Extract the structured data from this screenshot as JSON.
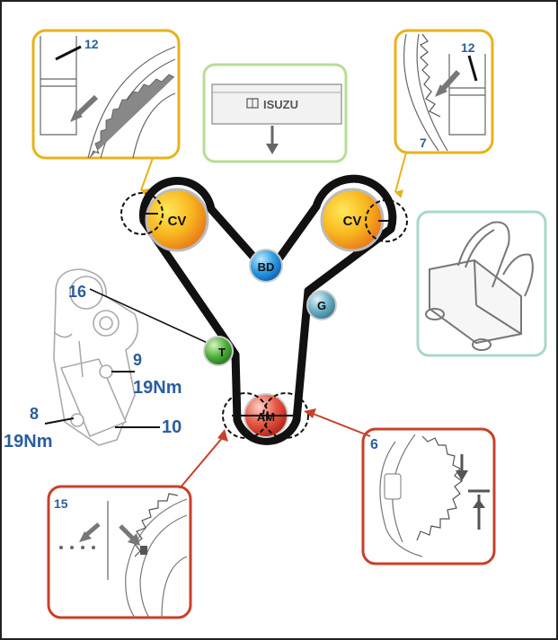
{
  "pulleys": {
    "cv_left": "CV",
    "cv_right": "CV",
    "bd": "BD",
    "g": "G",
    "t": "T",
    "am": "AM"
  },
  "callouts": {
    "top_left": "12",
    "top_right_a": "12",
    "top_right_b": "7",
    "bottom_left": "15",
    "bottom_right": "6"
  },
  "tensioner": {
    "n16": "16",
    "n9": "9",
    "torque9": "19Nm",
    "n8": "8",
    "torque8": "19Nm",
    "n10": "10"
  },
  "belt_label": "ISUZU",
  "colors": {
    "yellow_frame": "#e8b21a",
    "red_frame": "#c8402a",
    "green_frame": "#b8dc98",
    "teal_frame": "#a8d8c8",
    "label_blue": "#2a5d9e",
    "belt": "#111111"
  }
}
